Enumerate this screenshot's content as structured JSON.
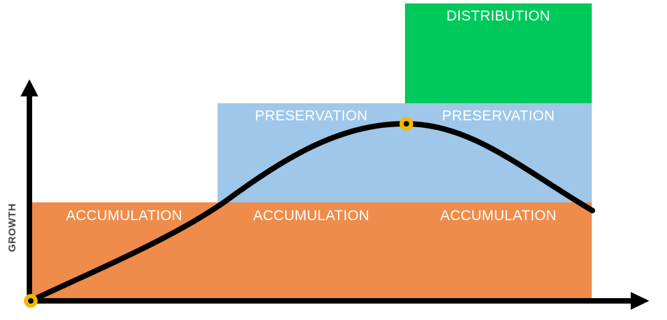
{
  "y_axis_label": "GROWTH",
  "phases": {
    "accumulation": {
      "color": "#ef8c4b",
      "labels": [
        "ACCUMULATION",
        "ACCUMULATION",
        "ACCUMULATION"
      ]
    },
    "preservation": {
      "color": "#9fc7e9",
      "labels": [
        "PRESERVATION",
        "PRESERVATION"
      ]
    },
    "distribution": {
      "color": "#00c95c",
      "label": "DISTRIBUTION"
    }
  },
  "curve": {
    "color": "#000000",
    "shape": "growth curve rising from origin to a peak, then declining"
  },
  "markers": {
    "color": "#f5b800",
    "names": [
      "origin-marker",
      "peak-marker"
    ]
  },
  "axes": {
    "color": "#000000",
    "arrowheads": [
      "up",
      "right"
    ]
  }
}
